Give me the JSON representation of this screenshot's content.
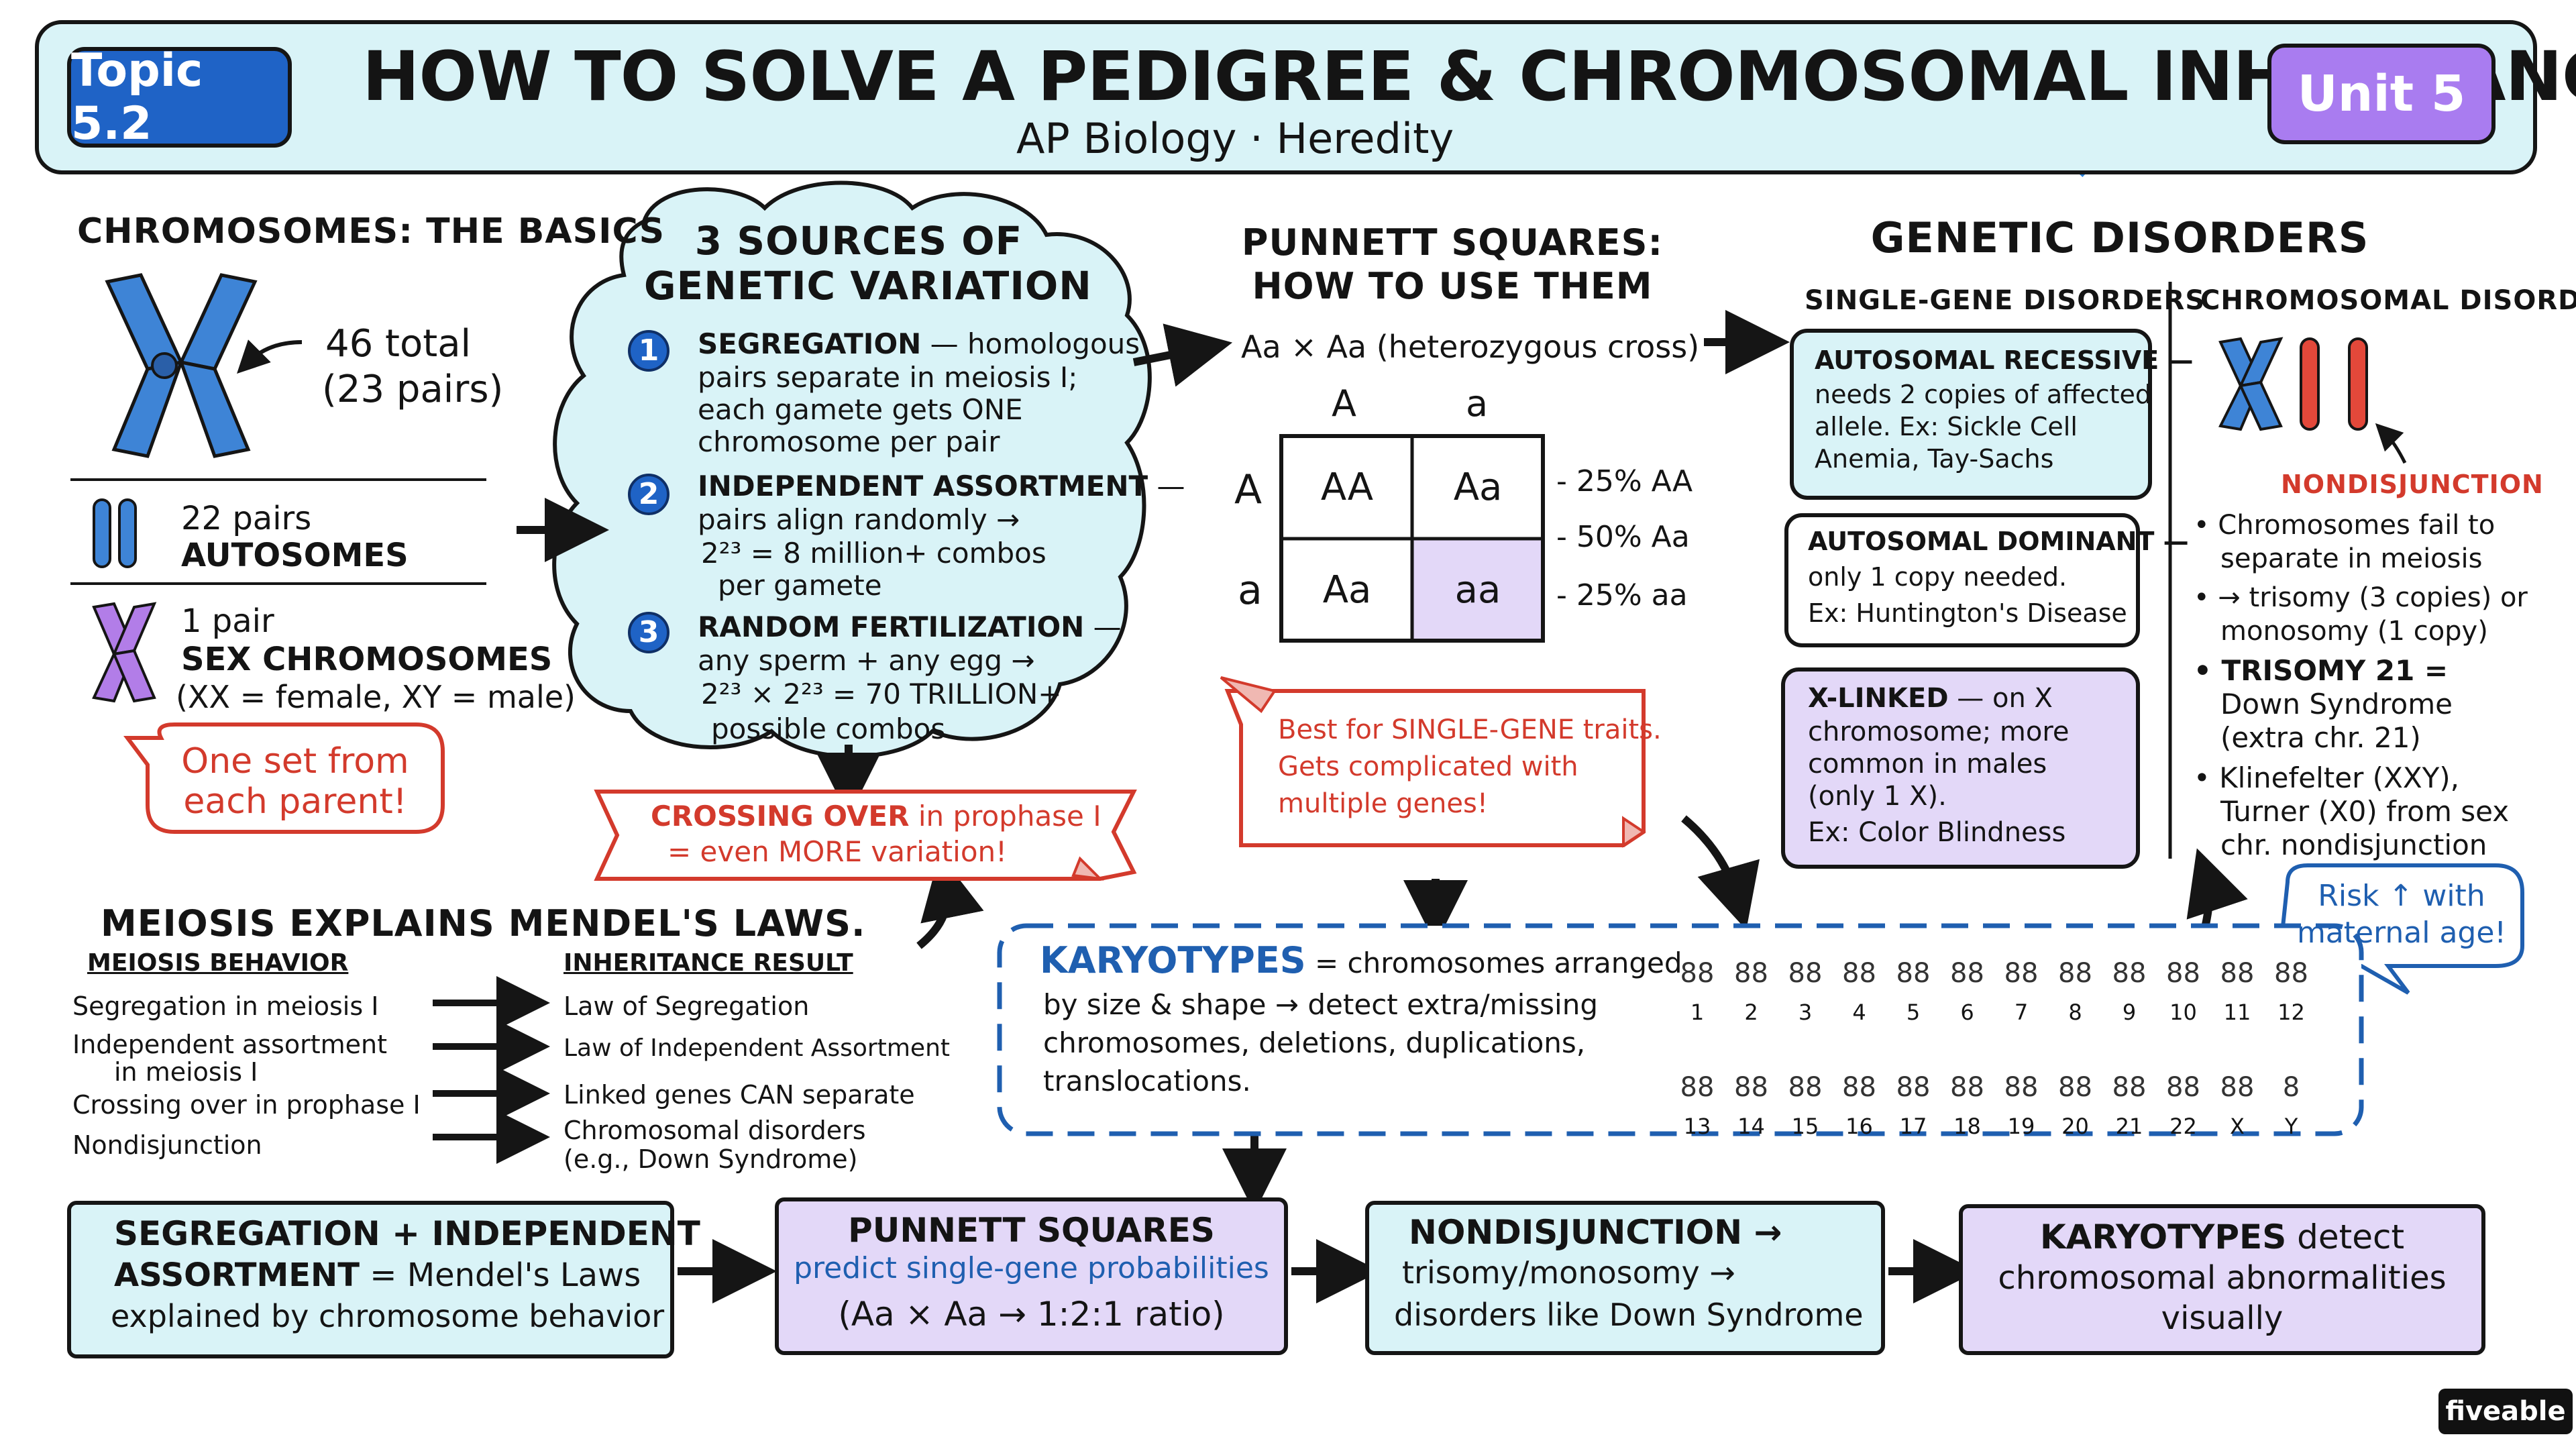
{
  "header": {
    "topic_badge": "Topic 5.2",
    "title": "HOW TO SOLVE A PEDIGREE & CHROMOSOMAL INHERITANCE",
    "subtitle": "AP Biology · Heredity",
    "unit_badge": "Unit 5"
  },
  "basics": {
    "title": "CHROMOSOMES: THE BASICS",
    "total_line1": "46 total",
    "total_line2": "(23 pairs)",
    "autosomes_line1": "22 pairs",
    "autosomes_line2": "AUTOSOMES",
    "sex_line1": "1 pair",
    "sex_line2": "SEX CHROMOSOMES",
    "sex_line3": "(XX = female, XY = male)",
    "callout_line1": "One set from",
    "callout_line2": "each parent!"
  },
  "variation": {
    "title_line1": "3 SOURCES OF",
    "title_line2": "GENETIC VARIATION",
    "items": [
      {
        "num": "1",
        "head": "SEGREGATION",
        "l1": " — homologous",
        "l2": "pairs separate in meiosis I;",
        "l3": "each gamete gets ONE",
        "l4": "chromosome per pair"
      },
      {
        "num": "2",
        "head": "INDEPENDENT ASSORTMENT",
        "l1": " —",
        "l2": "pairs align randomly →",
        "l3": "2²³ = 8 million+ combos",
        "l4": "per gamete"
      },
      {
        "num": "3",
        "head": "RANDOM FERTILIZATION",
        "l1": " —",
        "l2": "any sperm + any egg →",
        "l3": "2²³ × 2²³ = 70 TRILLION+",
        "l4": "possible combos"
      }
    ],
    "banner_head": "CROSSING OVER",
    "banner_l1": " in prophase I",
    "banner_l2": "= even MORE variation!"
  },
  "punnett": {
    "title_line1": "PUNNETT SQUARES:",
    "title_line2": "HOW TO USE THEM",
    "cross": "Aa × Aa (heterozygous cross)",
    "col_headers": [
      "A",
      "a"
    ],
    "row_headers": [
      "A",
      "a"
    ],
    "cells": [
      "AA",
      "Aa",
      "Aa",
      "aa"
    ],
    "ratios": [
      "- 25% AA",
      "- 50% Aa",
      "- 25% aa"
    ],
    "note_l1": "Best for SINGLE-GENE traits.",
    "note_l2": "Gets complicated with",
    "note_l3": "multiple genes!"
  },
  "disorders": {
    "title": "GENETIC DISORDERS",
    "single_header": "SINGLE-GENE DISORDERS",
    "chrom_header": "CHROMOSOMAL DISORDERS",
    "recessive": {
      "head": "AUTOSOMAL RECESSIVE —",
      "l1": "needs 2 copies of affected",
      "l2": "allele. Ex: Sickle Cell",
      "l3": "Anemia, Tay-Sachs"
    },
    "dominant": {
      "head": "AUTOSOMAL DOMINANT —",
      "l1": "only 1 copy needed.",
      "l2": "Ex: Huntington's Disease"
    },
    "xlinked": {
      "head": "X-LINKED",
      "l0": " — on X",
      "l1": "chromosome; more",
      "l2": "common in males",
      "l3": "(only 1 X).",
      "l4": "Ex: Color Blindness"
    },
    "nondisjunction_label": "NONDISJUNCTION",
    "bullets": [
      {
        "l1": "• Chromosomes fail to",
        "l2": "separate in meiosis"
      },
      {
        "l1": "• → trisomy (3 copies) or",
        "l2": "monosomy (1 copy)"
      },
      {
        "l1": "• TRISOMY 21 =",
        "l2": "Down Syndrome",
        "l3": "(extra chr. 21)"
      },
      {
        "l1": "• Klinefelter (XXY),",
        "l2": "Turner (X0) from sex",
        "l3": "chr. nondisjunction"
      }
    ],
    "risk_l1": "Risk ↑ with",
    "risk_l2": "maternal age!"
  },
  "meiosis": {
    "title": "MEIOSIS EXPLAINS MENDEL'S LAWS.",
    "col1": "MEIOSIS BEHAVIOR",
    "col2": "INHERITANCE RESULT",
    "rows": [
      {
        "left": "Segregation in meiosis I",
        "left2": "",
        "right": "Law of Segregation",
        "right2": ""
      },
      {
        "left": "Independent assortment",
        "left2": "in meiosis I",
        "right": "Law of Independent Assortment",
        "right2": ""
      },
      {
        "left": "Crossing over in prophase I",
        "left2": "",
        "right": "Linked genes CAN separate",
        "right2": ""
      },
      {
        "left": "Nondisjunction",
        "left2": "",
        "right": "Chromosomal disorders",
        "right2": "(e.g., Down Syndrome)"
      }
    ]
  },
  "karyotype": {
    "head": "KARYOTYPES",
    "l1": " = chromosomes arranged",
    "l2": "by size & shape → detect extra/missing",
    "l3": "chromosomes, deletions, duplications,",
    "l4": "translocations.",
    "row1": [
      "1",
      "2",
      "3",
      "4",
      "5",
      "6",
      "7",
      "8",
      "9",
      "10",
      "11",
      "12"
    ],
    "row2": [
      "13",
      "14",
      "15",
      "16",
      "17",
      "18",
      "19",
      "20",
      "21",
      "22",
      "X",
      "Y"
    ]
  },
  "summary": [
    {
      "l1": "SEGREGATION + INDEPENDENT",
      "l2a": "ASSORTMENT",
      "l2b": " = Mendel's Laws",
      "l3": "explained by chromosome behavior"
    },
    {
      "l1": "PUNNETT SQUARES",
      "l2": "predict single-gene probabilities",
      "l3": "(Aa × Aa → 1:2:1 ratio)"
    },
    {
      "l1": "NONDISJUNCTION →",
      "l2": "trisomy/monosomy →",
      "l3": "disorders like Down Syndrome"
    },
    {
      "l1a": "KARYOTYPES",
      "l1b": " detect",
      "l2": "chromosomal abnormalities",
      "l3": "visually"
    }
  ],
  "brand": "fiveable",
  "colors": {
    "cyan": "#d9f3f7",
    "lavender": "#ebe4fa",
    "purple": "#e3d8f8",
    "blue_badge": "#1f63c6",
    "purple_badge": "#a97cf0",
    "red": "#d33a2c"
  }
}
